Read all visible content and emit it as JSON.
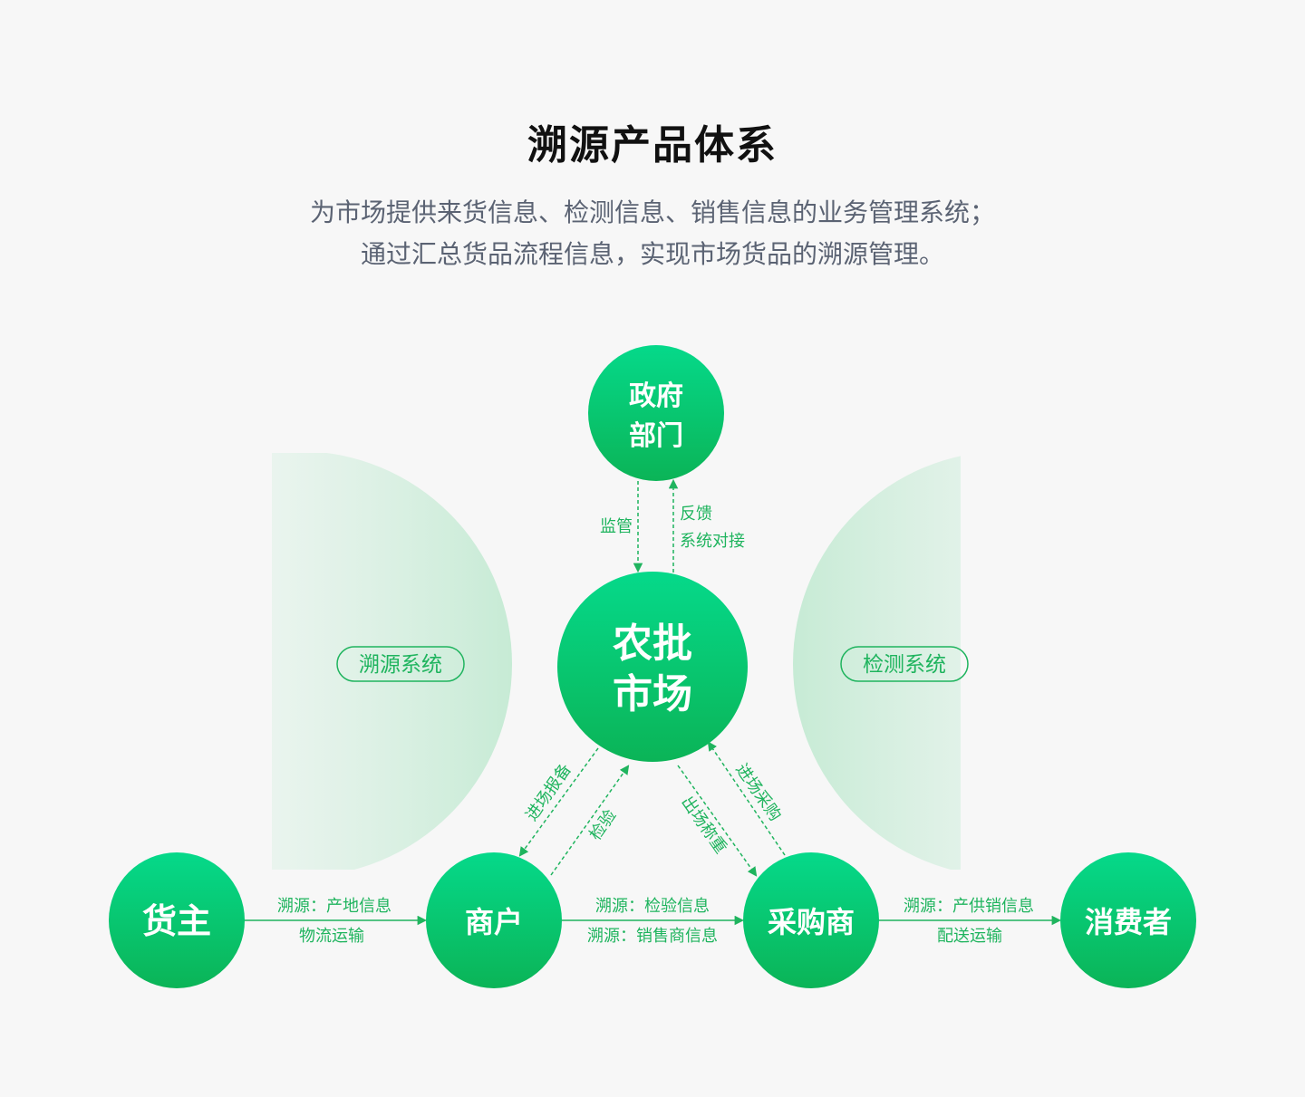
{
  "header": {
    "title": "溯源产品体系",
    "subtitle_line1": "为市场提供来货信息、检测信息、销售信息的业务管理系统；",
    "subtitle_line2": "通过汇总货品流程信息，实现市场货品的溯源管理。"
  },
  "colors": {
    "accent": "#1fb45e",
    "node_top": "#05d98a",
    "node_bottom": "#0bb457",
    "halo": "#cdeedb",
    "background": "#f7f7f7"
  },
  "system_labels": {
    "left": "溯源系统",
    "right": "检测系统"
  },
  "nodes": {
    "government": {
      "line1": "政府",
      "line2": "部门"
    },
    "market": {
      "line1": "农批",
      "line2": "市场"
    },
    "owner": {
      "label": "货主"
    },
    "merchant": {
      "label": "商户"
    },
    "buyer": {
      "label": "采购商"
    },
    "consumer": {
      "label": "消费者"
    }
  },
  "edges": {
    "supervise": "监管",
    "feedback": "反馈",
    "system_docking": "系统对接",
    "entry_report": "进场报备",
    "inspection": "检验",
    "exit_weighing": "出场称重",
    "entry_purchase": "进场采购",
    "owner_merchant_top": "溯源：产地信息",
    "owner_merchant_bottom": "物流运输",
    "merchant_buyer_top": "溯源：检验信息",
    "merchant_buyer_bottom": "溯源：销售商信息",
    "buyer_consumer_top": "溯源：产供销信息",
    "buyer_consumer_bottom": "配送运输"
  }
}
